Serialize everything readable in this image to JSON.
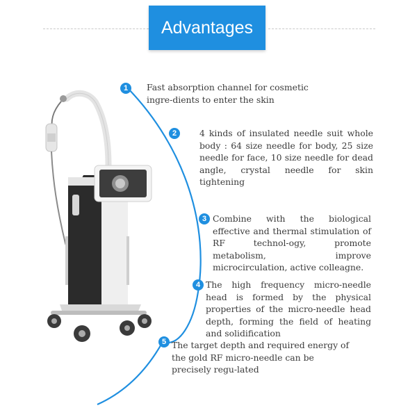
{
  "header": {
    "title": "Advantages"
  },
  "advantages": [
    {
      "number": "1",
      "text": "Fast absorption channel for cosmetic ingre-dients to enter the skin"
    },
    {
      "number": "2",
      "text": "4 kinds of insulated needle suit whole body : 64 size needle for body, 25 size needle for face, 10 size needle for dead angle, crystal needle for skin tightening"
    },
    {
      "number": "3",
      "text": "Combine with the biological effective and thermal stimulation of RF technol-ogy, promote metabolism, improve microcirculation, active colleagne."
    },
    {
      "number": "4",
      "text": "The high frequency micro-needle head is formed by the physical properties of the micro-needle head depth, forming the field of heating and solidification"
    },
    {
      "number": "5",
      "text": "The target depth and required energy of the gold RF micro-needle can be precisely regu-lated"
    }
  ],
  "colors": {
    "accent": "#1f8fe0",
    "text": "#3a3a3a",
    "device_body": "#2b2b2b",
    "device_frame": "#e9e9e9"
  },
  "icons": [
    "rf-microneedle-machine-image"
  ]
}
